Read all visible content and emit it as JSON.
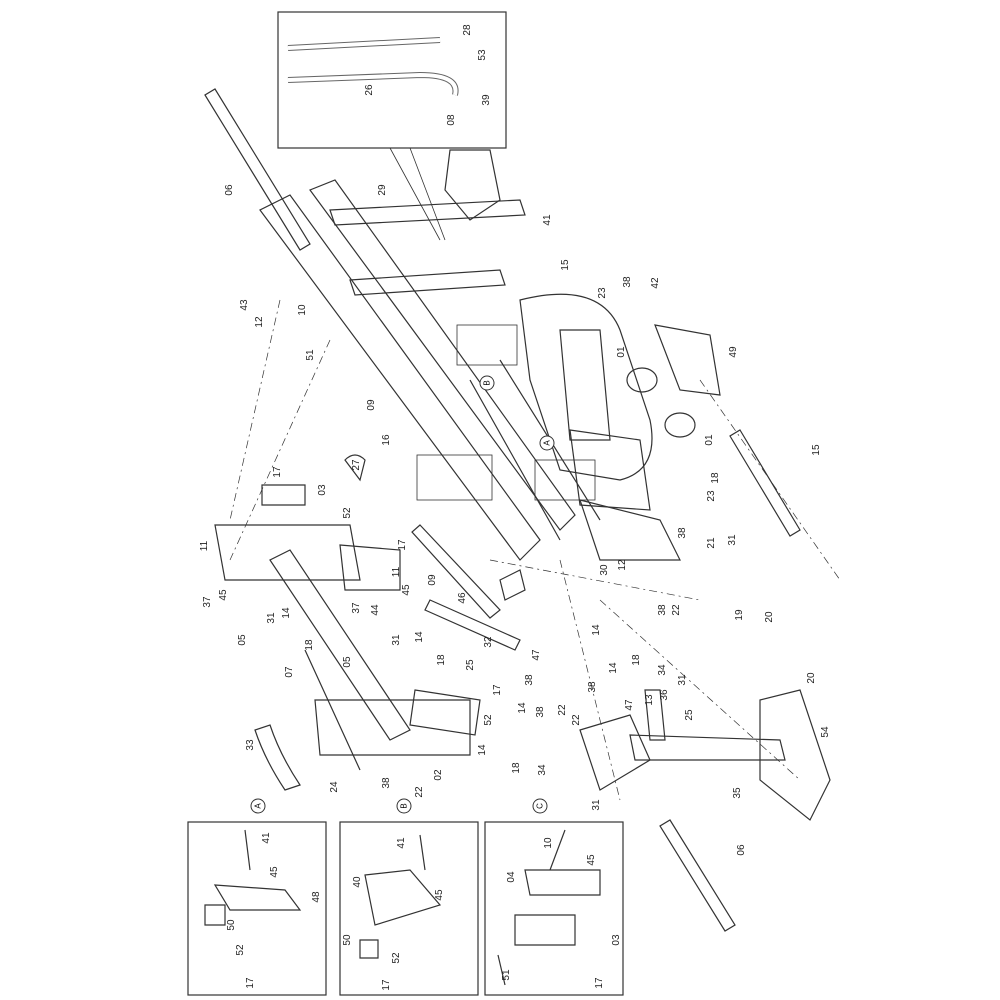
{
  "title": "Exploded parts diagram - frame assembly",
  "part_labels": [
    "28",
    "53",
    "26",
    "39",
    "08",
    "06",
    "29",
    "41",
    "15",
    "23",
    "38",
    "42",
    "43",
    "12",
    "10",
    "49",
    "01",
    "51",
    "09",
    "01",
    "15",
    "16",
    "27",
    "17",
    "03",
    "23",
    "18",
    "38",
    "21",
    "31",
    "52",
    "17",
    "11",
    "12",
    "30",
    "09",
    "37",
    "45",
    "45",
    "11",
    "37",
    "44",
    "46",
    "31",
    "14",
    "05",
    "18",
    "31",
    "14",
    "05",
    "18",
    "32",
    "25",
    "47",
    "17",
    "38",
    "07",
    "52",
    "14",
    "33",
    "24",
    "38",
    "22",
    "02",
    "14",
    "18",
    "34",
    "38",
    "22",
    "22",
    "38",
    "47",
    "14",
    "13",
    "36",
    "25",
    "14",
    "18",
    "38",
    "22",
    "34",
    "31",
    "19",
    "20",
    "20",
    "54",
    "35",
    "31",
    "06"
  ],
  "detail_markers": {
    "A": "A",
    "B": "B",
    "C": "C"
  },
  "insets": {
    "A": {
      "marker": "A",
      "labels": [
        "41",
        "45",
        "48",
        "50",
        "52",
        "17"
      ]
    },
    "B": {
      "marker": "B",
      "labels": [
        "41",
        "40",
        "45",
        "50",
        "52",
        "17"
      ]
    },
    "C": {
      "marker": "C",
      "labels": [
        "10",
        "04",
        "45",
        "03",
        "51",
        "17"
      ]
    }
  }
}
